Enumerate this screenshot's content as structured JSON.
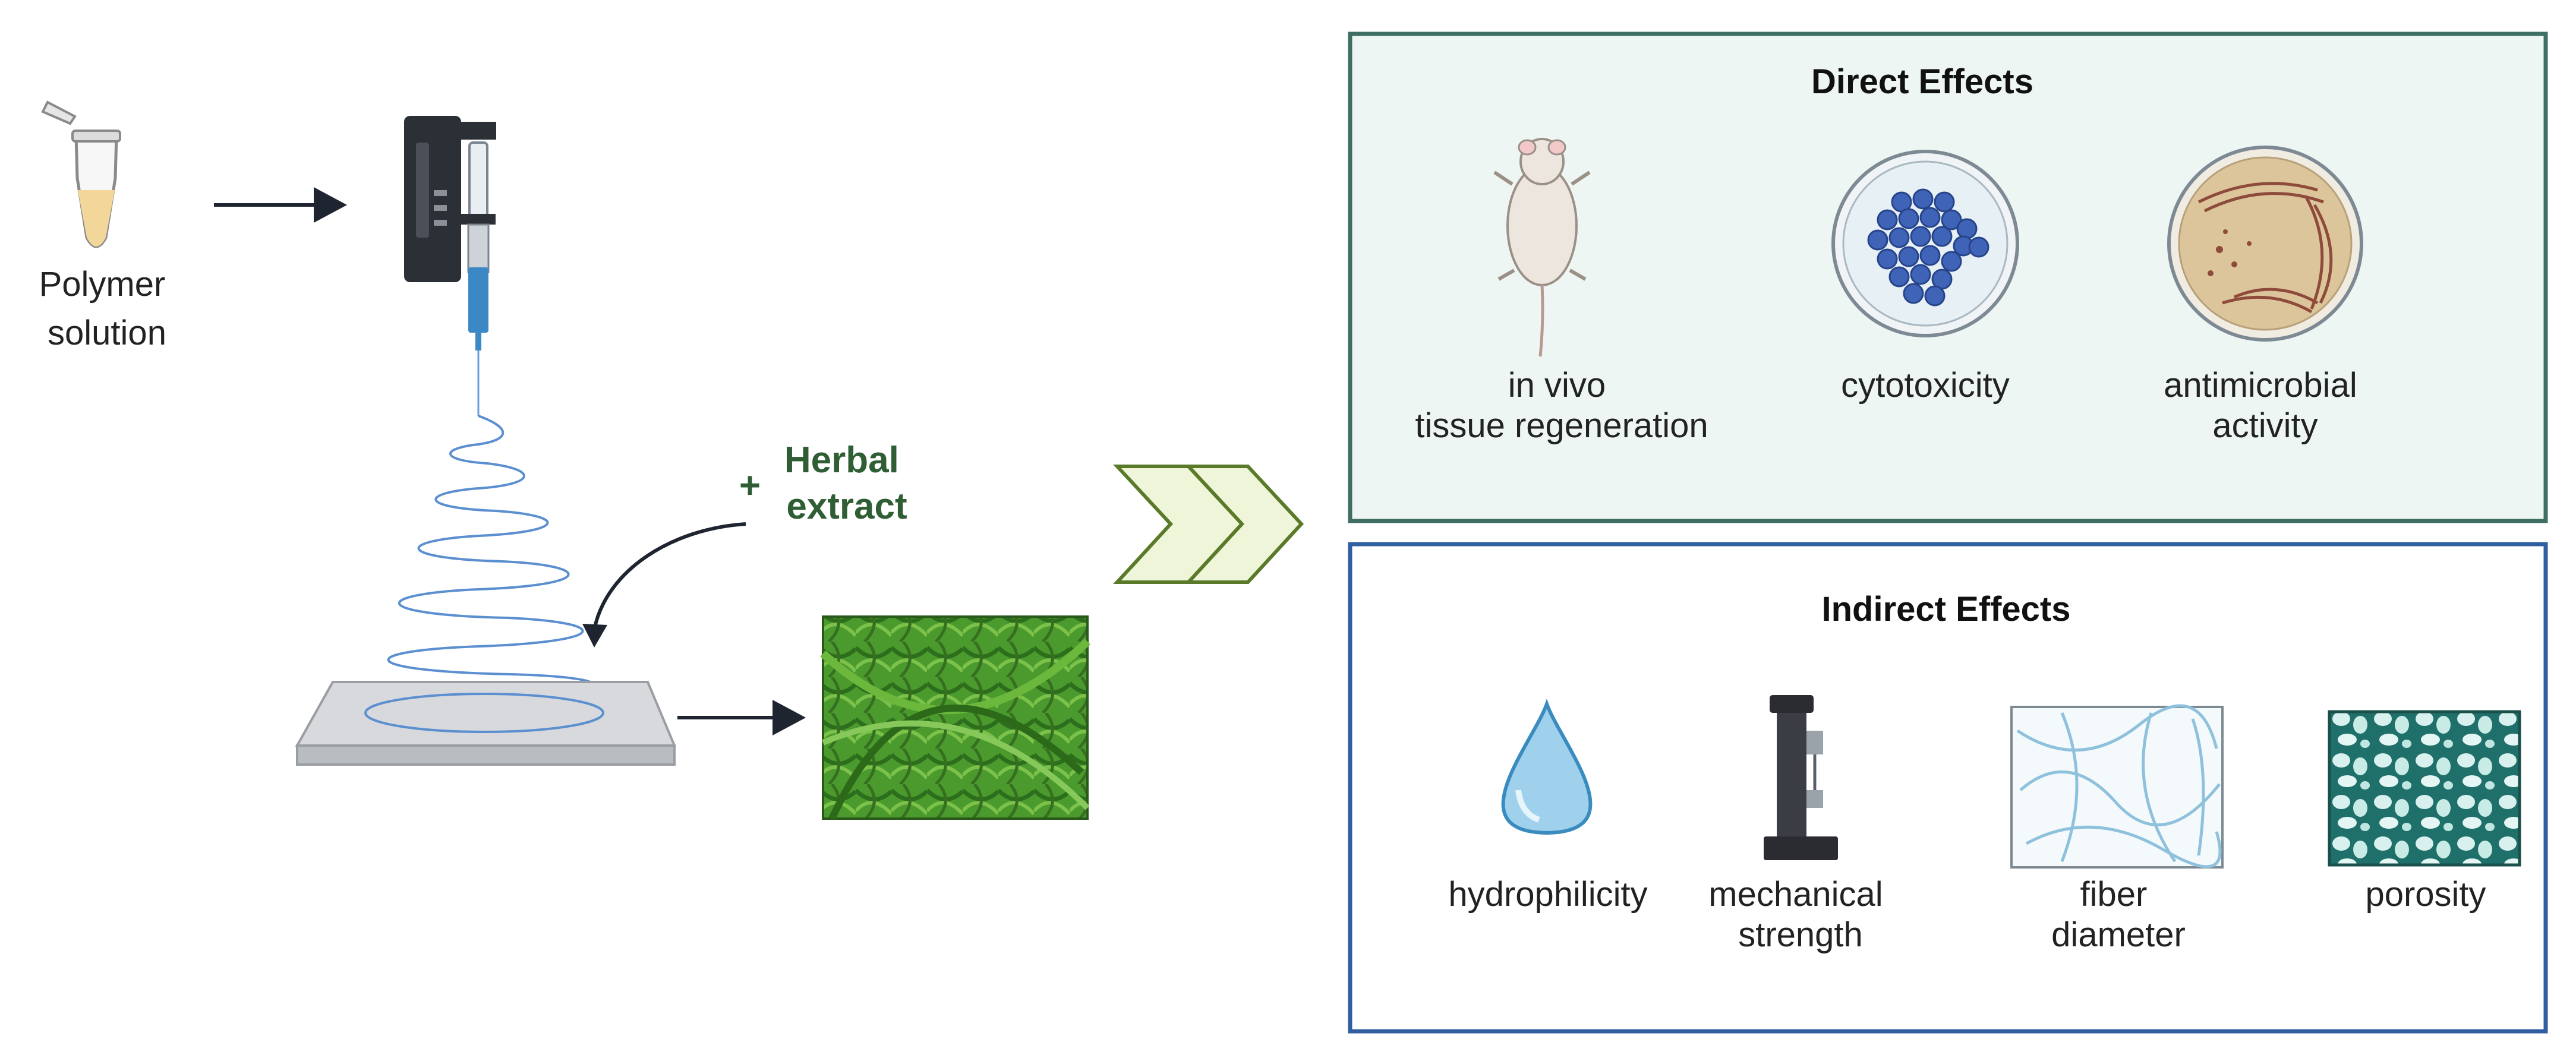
{
  "left": {
    "polymer_label": [
      "Polymer",
      "solution"
    ],
    "herbal_plus": "+",
    "herbal_label": [
      "Herbal",
      "extract"
    ]
  },
  "direct": {
    "title": "Direct Effects",
    "items": [
      {
        "lines": [
          "in vivo",
          "tissue regeneration"
        ],
        "icon": "mouse-icon"
      },
      {
        "lines": [
          "cytotoxicity"
        ],
        "icon": "cell-dish-icon"
      },
      {
        "lines": [
          "antimicrobial",
          "activity"
        ],
        "icon": "bacteria-dish-icon"
      }
    ]
  },
  "indirect": {
    "title": "Indirect Effects",
    "items": [
      {
        "lines": [
          "hydrophilicity"
        ],
        "icon": "water-drop-icon"
      },
      {
        "lines": [
          "mechanical",
          "strength"
        ],
        "icon": "tensile-tester-icon"
      },
      {
        "lines": [
          "fiber",
          "diameter"
        ],
        "icon": "fiber-mesh-icon"
      },
      {
        "lines": [
          "porosity"
        ],
        "icon": "porous-scaffold-icon"
      }
    ]
  },
  "colors": {
    "direct_fill": "#eef6f3",
    "direct_border": "#3f6f64",
    "indirect_border": "#2f5fa0",
    "chevron_fill": "#eef5d8",
    "chevron_stroke": "#5a7a2a",
    "mat_green": "#3d8a2a",
    "fiber_blue": "#5b8fd0"
  }
}
